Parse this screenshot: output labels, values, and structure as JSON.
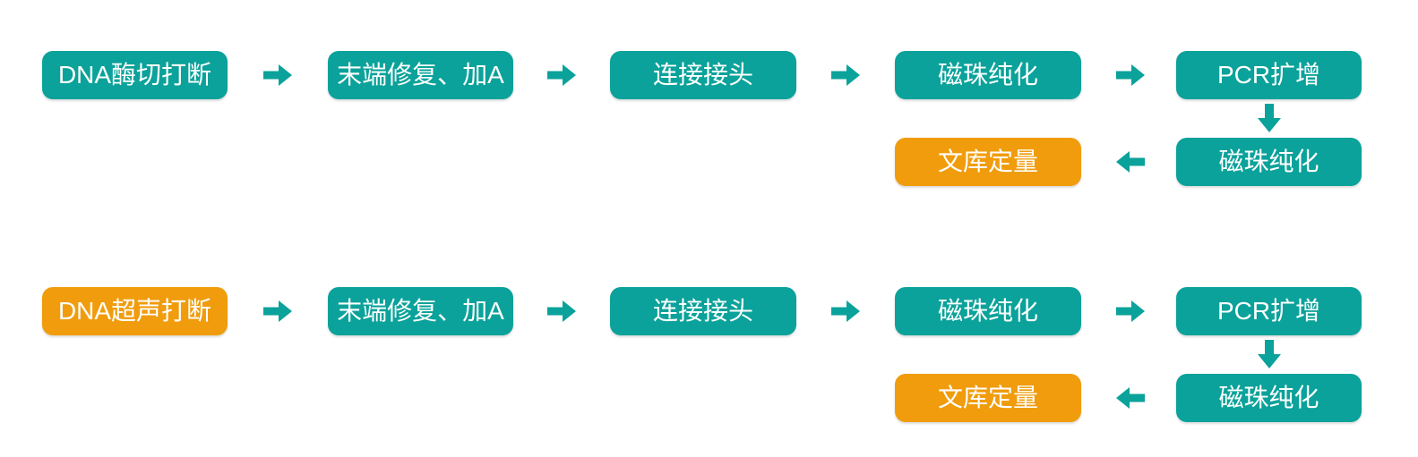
{
  "colors": {
    "teal": "#0AA29A",
    "orange": "#F09C0D",
    "arrow": "#0AA29A",
    "text": "#FFFFFF",
    "background": "#FFFFFF"
  },
  "flows": [
    {
      "main_steps": [
        {
          "label": "DNA酶切打断",
          "color": "#0AA29A"
        },
        {
          "label": "末端修复、加A",
          "color": "#0AA29A"
        },
        {
          "label": "连接接头",
          "color": "#0AA29A"
        },
        {
          "label": "磁珠纯化",
          "color": "#0AA29A"
        },
        {
          "label": "PCR扩增",
          "color": "#0AA29A"
        }
      ],
      "sub_steps": [
        {
          "label": "磁珠纯化",
          "color": "#0AA29A"
        },
        {
          "label": "文库定量",
          "color": "#F09C0D"
        }
      ]
    },
    {
      "main_steps": [
        {
          "label": "DNA超声打断",
          "color": "#F09C0D"
        },
        {
          "label": "末端修复、加A",
          "color": "#0AA29A"
        },
        {
          "label": "连接接头",
          "color": "#0AA29A"
        },
        {
          "label": "磁珠纯化",
          "color": "#0AA29A"
        },
        {
          "label": "PCR扩增",
          "color": "#0AA29A"
        }
      ],
      "sub_steps": [
        {
          "label": "磁珠纯化",
          "color": "#0AA29A"
        },
        {
          "label": "文库定量",
          "color": "#F09C0D"
        }
      ]
    }
  ]
}
